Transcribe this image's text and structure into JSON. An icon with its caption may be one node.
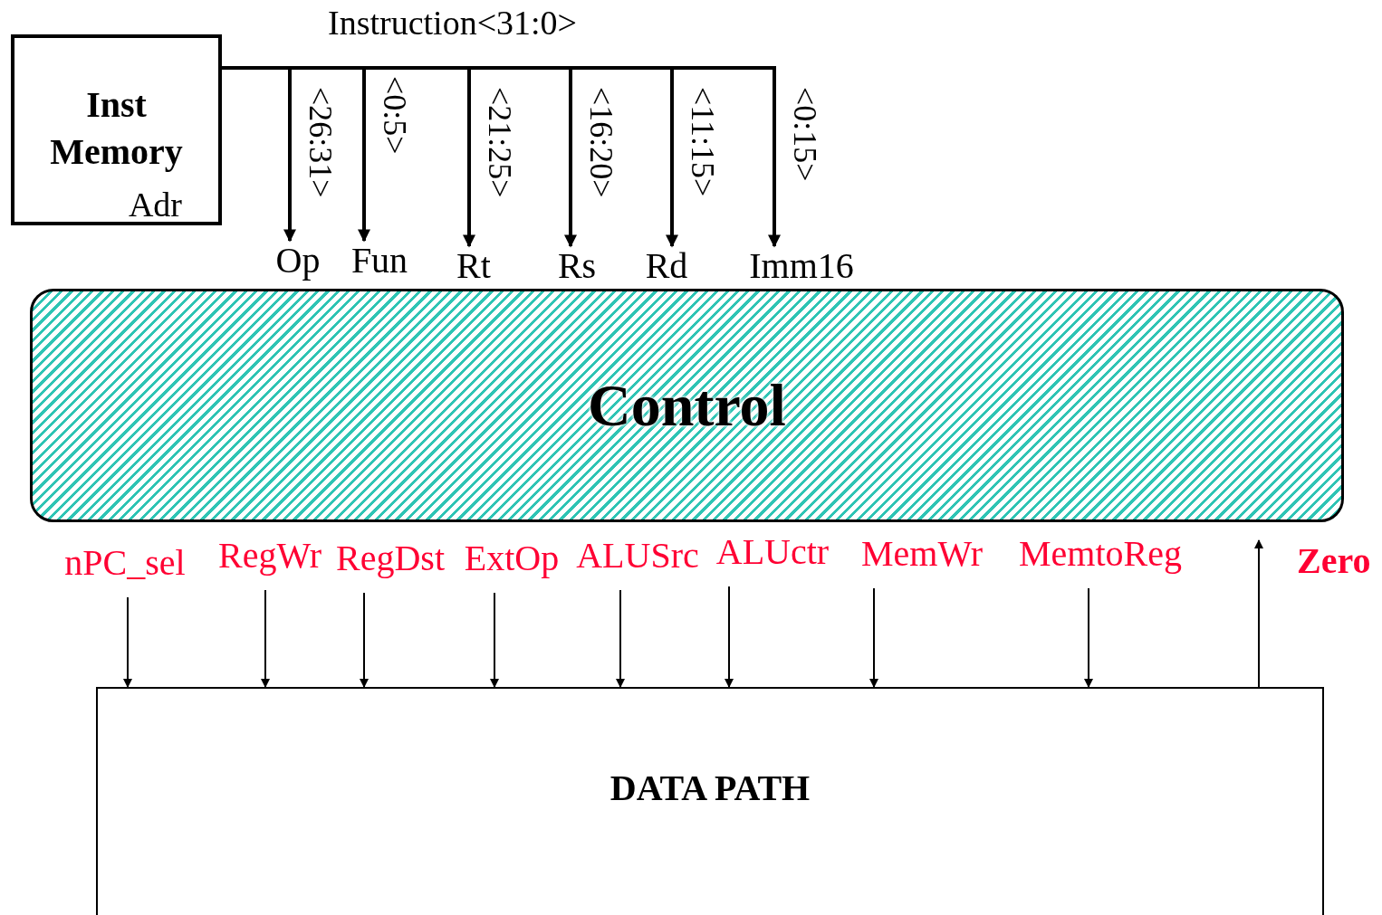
{
  "diagram": {
    "nodes": [
      {
        "text": [
          "Inst Memory",
          "Adr"
        ]
      },
      {
        "text": [
          "Op"
        ]
      },
      {
        "text": [
          "Fun"
        ]
      },
      {
        "text": [
          "Rt"
        ]
      },
      {
        "text": [
          "Rs"
        ]
      },
      {
        "text": [
          "Rd"
        ]
      },
      {
        "text": [
          "Imm16"
        ]
      },
      {
        "text": [
          "Control"
        ]
      },
      {
        "text": [
          "nPC_sel"
        ]
      },
      {
        "text": [
          "RegWr"
        ]
      },
      {
        "text": [
          "RegDst"
        ]
      },
      {
        "text": [
          "ExtOp"
        ]
      },
      {
        "text": [
          "ALUSrc"
        ]
      },
      {
        "text": [
          "ALUctr"
        ]
      },
      {
        "text": [
          "MemWr"
        ]
      },
      {
        "text": [
          "MemtoReg"
        ]
      },
      {
        "text": [
          "DATA PATH"
        ]
      }
    ],
    "edges": [
      {
        "from": 0,
        "to": 1,
        "arrow": "to",
        "label": "<26:31>"
      },
      {
        "from": 0,
        "to": 2,
        "arrow": "to",
        "label": "<0:5>"
      },
      {
        "from": 0,
        "to": 3,
        "arrow": "to",
        "label": "<21:25>"
      },
      {
        "from": 0,
        "to": 4,
        "arrow": "to",
        "label": "<16:20>"
      },
      {
        "from": 0,
        "to": 5,
        "arrow": "to",
        "label": "<11:15>"
      },
      {
        "from": 0,
        "to": 6,
        "arrow": "to",
        "label": "<0:15>"
      },
      {
        "from": 8,
        "to": 16,
        "arrow": "to"
      },
      {
        "from": 9,
        "to": 16,
        "arrow": "to"
      },
      {
        "from": 10,
        "to": 16,
        "arrow": "to"
      },
      {
        "from": 11,
        "to": 16,
        "arrow": "to"
      },
      {
        "from": 12,
        "to": 16,
        "arrow": "to"
      },
      {
        "from": 13,
        "to": 16,
        "arrow": "to"
      },
      {
        "from": 14,
        "to": 16,
        "arrow": "to"
      },
      {
        "from": 15,
        "to": 16,
        "arrow": "to"
      },
      {
        "from": 16,
        "to": 7,
        "arrow": "to",
        "label": "Zero"
      }
    ],
    "labels": [
      "Instruction<31:0>"
    ]
  }
}
